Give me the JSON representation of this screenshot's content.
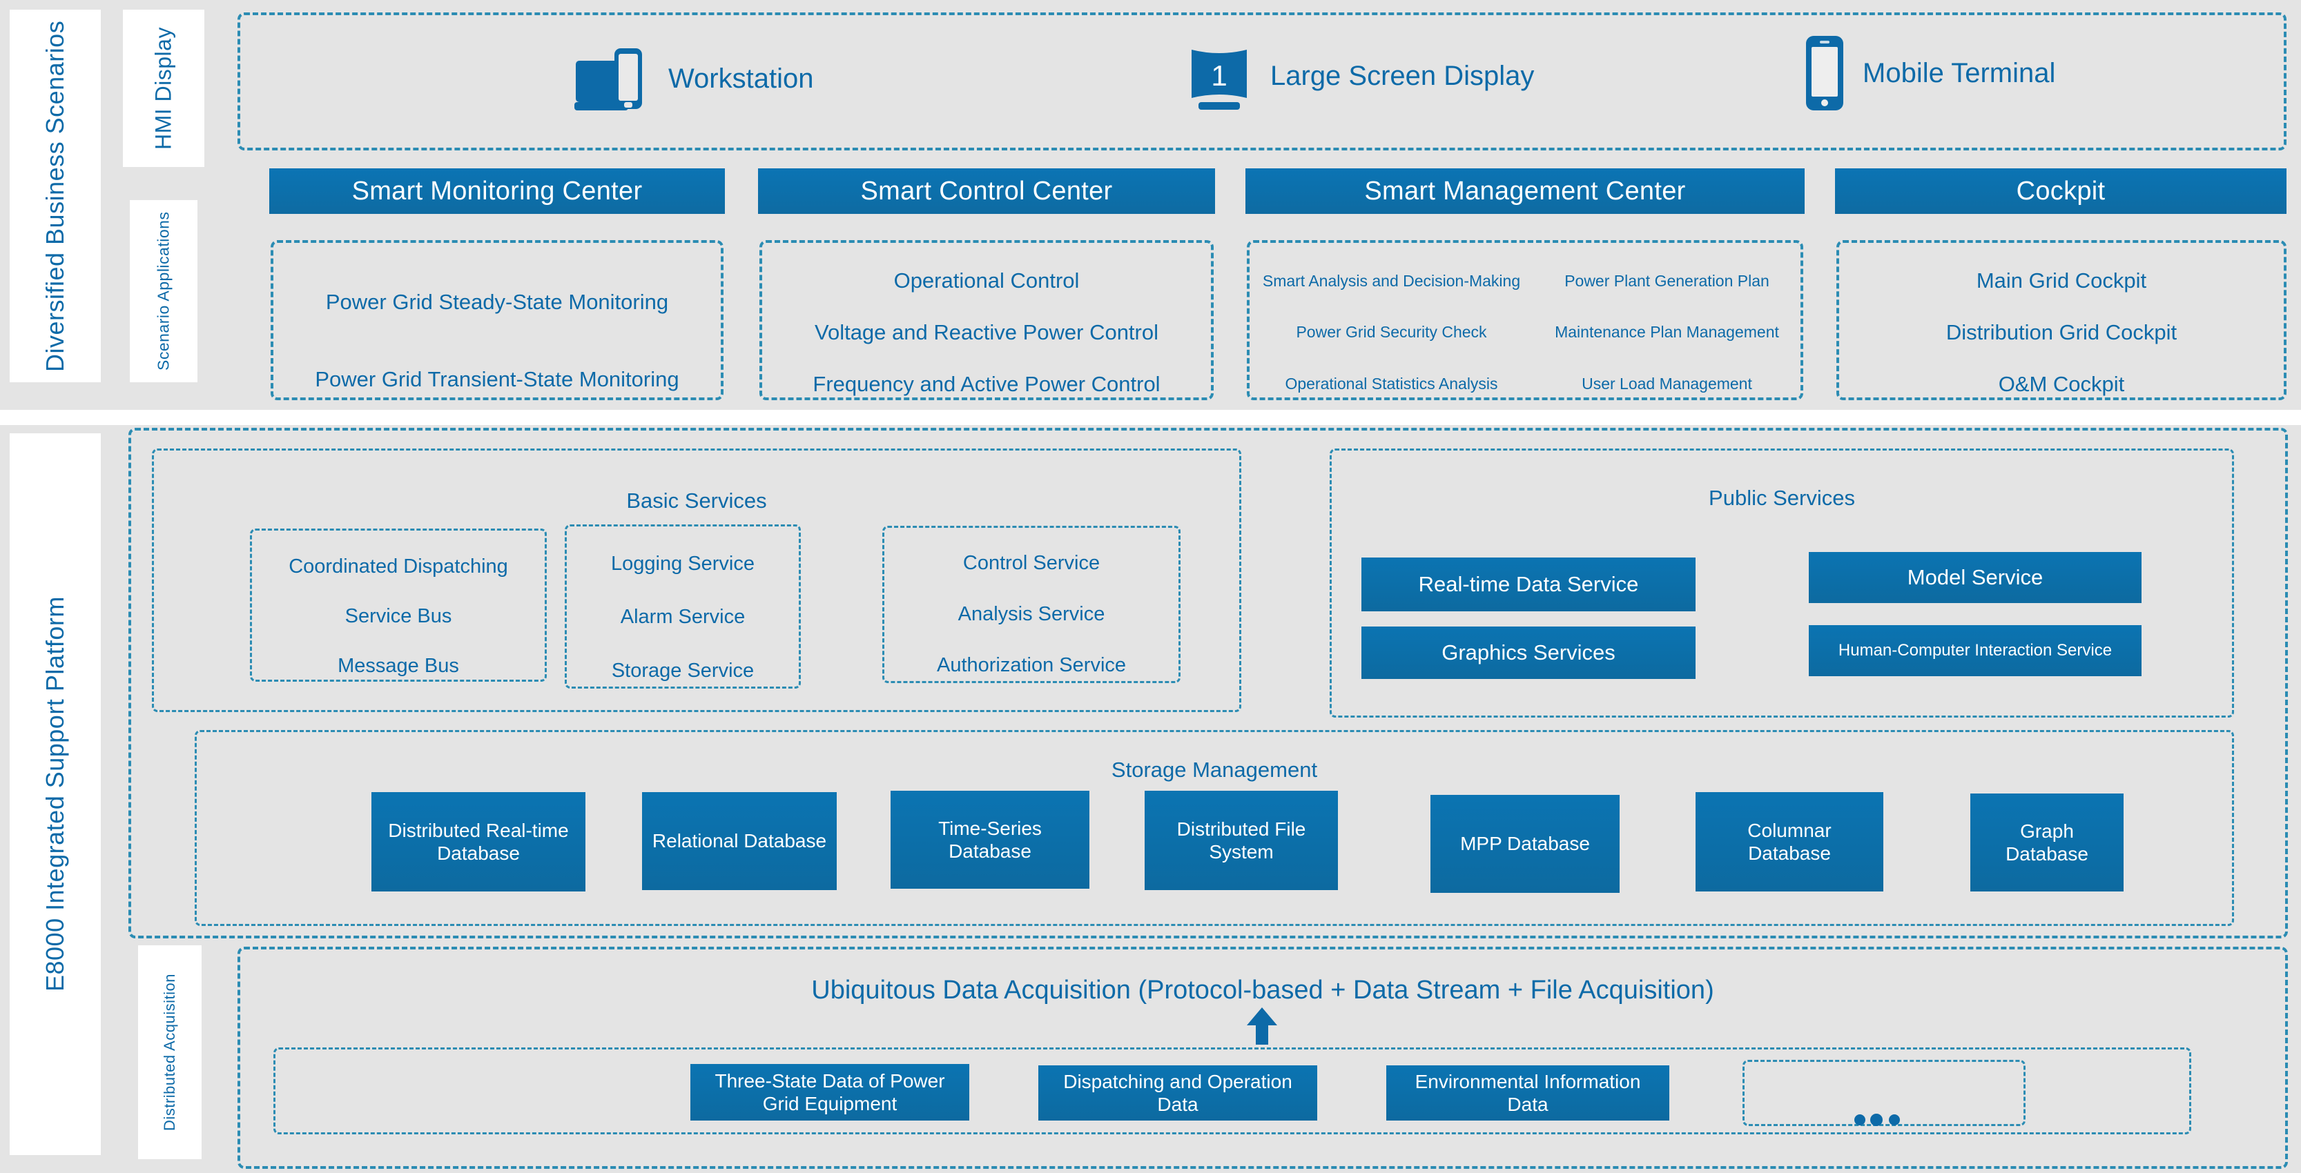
{
  "side_labels": {
    "business": "Diversified Business Scenarios",
    "platform": "E8000 Integrated Support Platform",
    "hmi": "HMI Display",
    "scenario_apps": "Scenario Applications",
    "distributed_acquisition": "Distributed Acquisition"
  },
  "hmi_row": {
    "items": [
      {
        "label": "Workstation",
        "icon": "workstation-icon"
      },
      {
        "label": "Large Screen Display",
        "icon": "large-screen-icon",
        "screen_number": "1"
      },
      {
        "label": "Mobile Terminal",
        "icon": "mobile-phone-icon"
      }
    ]
  },
  "scenario_columns": [
    {
      "header": "Smart Monitoring Center",
      "layout": "single",
      "items": [
        "Power Grid Steady-State Monitoring",
        "Power Grid Transient-State Monitoring"
      ]
    },
    {
      "header": "Smart Control Center",
      "layout": "single",
      "items": [
        "Operational Control",
        "Voltage and Reactive Power Control",
        "Frequency and Active Power Control"
      ]
    },
    {
      "header": "Smart Management Center",
      "layout": "two-column",
      "items_left": [
        "Smart Analysis and Decision-Making",
        "Power Grid Security Check",
        "Operational Statistics Analysis"
      ],
      "items_right": [
        "Power Plant Generation Plan",
        "Maintenance Plan Management",
        "User Load Management"
      ]
    },
    {
      "header": "Cockpit",
      "layout": "single",
      "items": [
        "Main Grid Cockpit",
        "Distribution Grid Cockpit",
        "O&M Cockpit"
      ]
    }
  ],
  "basic_services": {
    "title": "Basic Services",
    "groups": [
      {
        "items": [
          "Coordinated Dispatching",
          "Service Bus",
          "Message Bus"
        ]
      },
      {
        "items": [
          "Logging Service",
          "Alarm Service",
          "Storage Service"
        ]
      },
      {
        "items": [
          "Control Service",
          "Analysis Service",
          "Authorization Service"
        ]
      }
    ]
  },
  "public_services": {
    "title": "Public Services",
    "items": [
      "Real-time Data Service",
      "Model Service",
      "Graphics Services",
      "Human-Computer Interaction Service"
    ]
  },
  "storage_management": {
    "title": "Storage Management",
    "items": [
      "Distributed Real-time Database",
      "Relational Database",
      "Time-Series Database",
      "Distributed File System",
      "MPP Database",
      "Columnar Database",
      "Graph Database"
    ]
  },
  "acquisition": {
    "title": "Ubiquitous Data Acquisition (Protocol-based + Data Stream + File Acquisition)",
    "items": [
      "Three-State Data of Power Grid Equipment",
      "Dispatching and Operation Data",
      "Environmental Information Data"
    ],
    "arrow": "up-arrow-icon"
  },
  "colors": {
    "brand_blue": "#0d6aa8",
    "chip_blue": "#0f6fa8",
    "dash_blue": "#2b8cb3",
    "panel_gray": "#e4e4e4",
    "page_white": "#ffffff"
  }
}
